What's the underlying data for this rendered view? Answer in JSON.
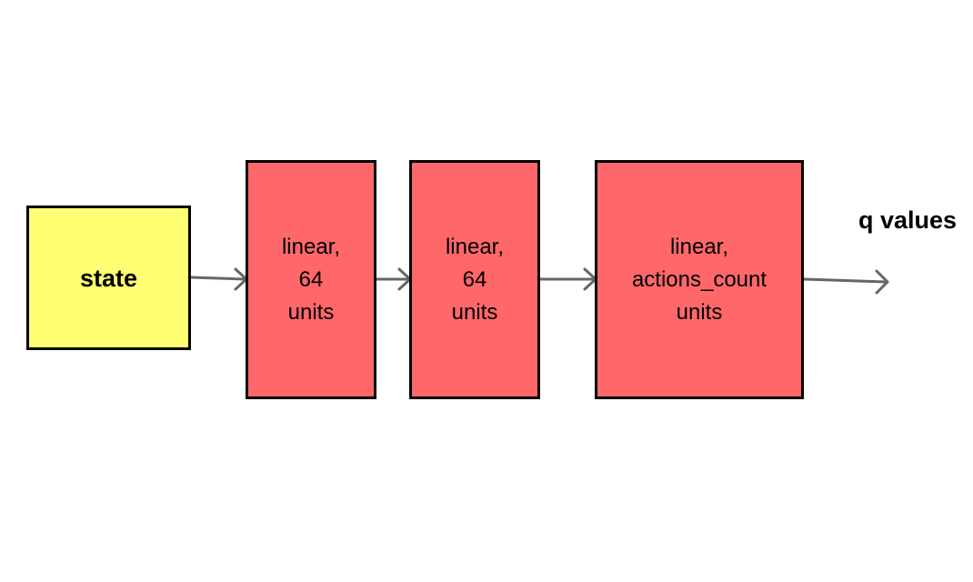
{
  "colors": {
    "input_fill": "#ffff73",
    "layer_fill": "#ff676a",
    "border": "#000000",
    "arrow": "#666666"
  },
  "input": {
    "label": "state"
  },
  "layers": [
    {
      "label": "linear,\n64\nunits"
    },
    {
      "label": "linear,\n64\nunits"
    },
    {
      "label": "linear,\nactions_count\nunits"
    }
  ],
  "output": {
    "label": "q values"
  }
}
